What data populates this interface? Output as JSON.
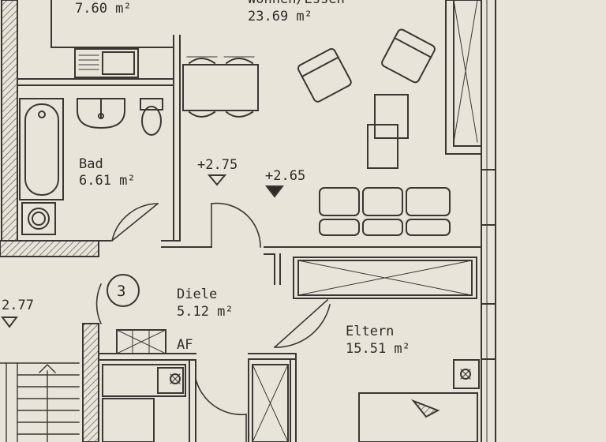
{
  "rooms": {
    "kitchen": {
      "area": "7.60 m²"
    },
    "living": {
      "name": "Wohnen/Essen",
      "area": "23.69 m²"
    },
    "bath": {
      "name": "Bad",
      "area": "6.61 m²"
    },
    "hall": {
      "name": "Diele",
      "area": "5.12 m²"
    },
    "parents": {
      "name": "Eltern",
      "area": "15.51 m²"
    }
  },
  "levels": {
    "hall_level": "+2.75",
    "living_level": "+2.65",
    "stair_level": "2.77"
  },
  "markers": {
    "unit_number": "3",
    "af_label": "AF"
  },
  "colors": {
    "paper": "#e9e4da",
    "ink": "#3a3733",
    "hatch": "#8a857c"
  }
}
